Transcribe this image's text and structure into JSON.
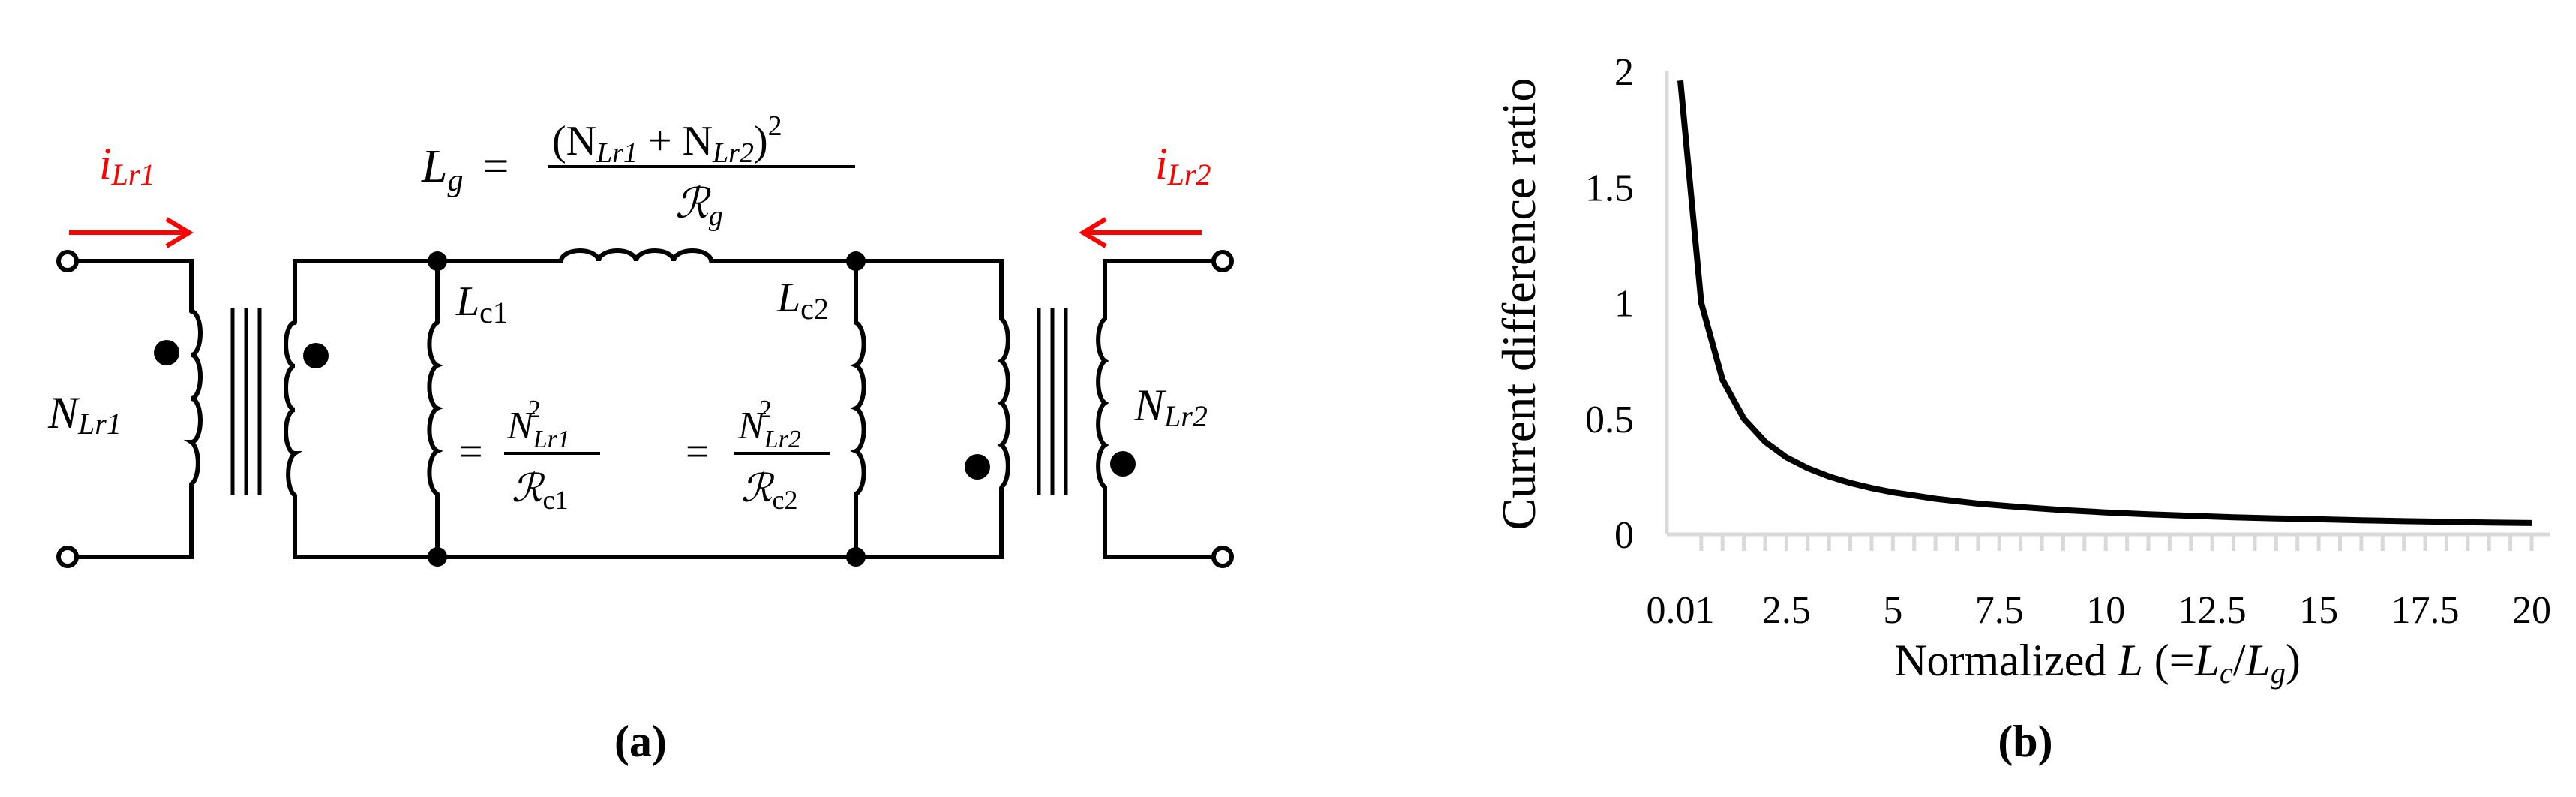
{
  "circuit": {
    "current_left": "i",
    "current_left_sub": "Lr1",
    "current_right": "i",
    "current_right_sub": "Lr2",
    "winding_left": "N",
    "winding_left_sub": "Lr1",
    "winding_right": "N",
    "winding_right_sub": "Lr2",
    "lg_lhs": "L",
    "lg_lhs_sub": "g",
    "lg_eq": "=",
    "lg_num": "(N",
    "lg_num_sub1": "Lr1",
    "lg_plus": " + N",
    "lg_num_sub2": "Lr2",
    "lg_num_close": ")",
    "lg_num_sup": "2",
    "lg_den": "ℛ",
    "lg_den_sub": "g",
    "lc1": "L",
    "lc1_sub": "c1",
    "lc2": "L",
    "lc2_sub": "c2",
    "lc1_eq": "=",
    "lc1_num": "N",
    "lc1_num_sub": "Lr1",
    "lc1_num_sup": "2",
    "lc1_den": "ℛ",
    "lc1_den_sub": "c1",
    "lc2_eq": "=",
    "lc2_num": "N",
    "lc2_num_sub": "Lr2",
    "lc2_num_sup": "2",
    "lc2_den": "ℛ",
    "lc2_den_sub": "c2"
  },
  "captions": {
    "a": "(a)",
    "b": "(b)"
  },
  "chart_data": {
    "type": "line",
    "title": "",
    "ylabel": "Current difference ratio",
    "xlabel_prefix": "Normalized ",
    "xlabel_var": "L",
    "xlabel_open": " (=",
    "xlabel_num": "L",
    "xlabel_num_sub": "c",
    "xlabel_slash": "/",
    "xlabel_den": "L",
    "xlabel_den_sub": "g",
    "xlabel_close": ")",
    "xlim": [
      0.01,
      20
    ],
    "ylim": [
      0,
      2
    ],
    "x_tick_labels": [
      "0.01",
      "2.5",
      "5",
      "7.5",
      "10",
      "12.5",
      "15",
      "17.5",
      "20"
    ],
    "x_tick_values": [
      0.01,
      2.5,
      5,
      7.5,
      10,
      12.5,
      15,
      17.5,
      20
    ],
    "y_tick_labels": [
      "0",
      "0.5",
      "1",
      "1.5",
      "2"
    ],
    "y_tick_values": [
      0,
      0.5,
      1,
      1.5,
      2
    ],
    "grid": false,
    "series": [
      {
        "x": [
          0.01,
          0.5,
          1,
          1.5,
          2,
          2.5,
          3,
          3.5,
          4,
          4.5,
          5,
          6,
          7,
          8,
          9,
          10,
          11,
          12,
          13,
          14,
          15,
          16,
          17,
          18,
          19,
          20
        ],
        "y": [
          1.96,
          1.0,
          0.667,
          0.5,
          0.4,
          0.333,
          0.286,
          0.25,
          0.222,
          0.2,
          0.182,
          0.154,
          0.133,
          0.118,
          0.105,
          0.095,
          0.087,
          0.08,
          0.074,
          0.069,
          0.065,
          0.061,
          0.057,
          0.054,
          0.051,
          0.049
        ]
      }
    ]
  }
}
